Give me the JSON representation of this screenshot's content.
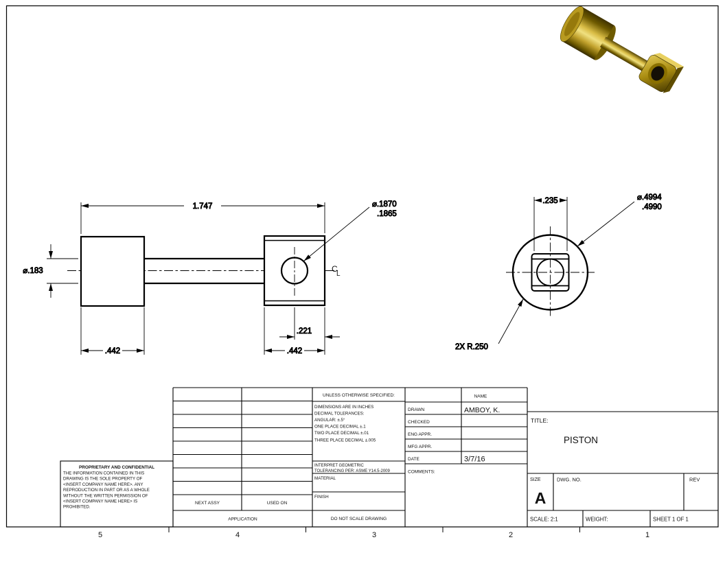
{
  "front_view": {
    "overall_length": "1.747",
    "hole_dia_upper": "⌀.1870",
    "hole_dia_lower": ".1865",
    "rod_dia": "⌀.183",
    "hole_to_face": ".221",
    "left_head_width": ".442",
    "right_head_width": ".442",
    "centerline_c": "C",
    "centerline_l": "L"
  },
  "end_view": {
    "flat_width": ".235",
    "outer_dia_upper": "⌀.4994",
    "outer_dia_lower": ".4990",
    "radius_note": "2X R.250"
  },
  "zones": [
    "5",
    "4",
    "3",
    "2",
    "1"
  ],
  "title_block": {
    "proprietary_heading": "PROPRIETARY AND CONFIDENTIAL",
    "proprietary_lines": [
      "THE INFORMATION CONTAINED IN THIS",
      "DRAWING IS THE SOLE PROPERTY OF",
      "<INSERT COMPANY NAME HERE>. ANY",
      "REPRODUCTION IN PART OR AS A WHOLE",
      "WITHOUT THE WRITTEN PERMISSION OF",
      "<INSERT COMPANY NAME HERE> IS",
      "PROHIBITED."
    ],
    "uos_heading": "UNLESS OTHERWISE SPECIFIED:",
    "spec_lines": [
      "DIMENSIONS ARE IN INCHES",
      "DECIMAL TOLERANCES:",
      "ANGULAR: ±.5°",
      "ONE PLACE DECIMAL  ±.1",
      "TWO PLACE DECIMAL  ±.01",
      "THREE PLACE DECIMAL  ±.005"
    ],
    "interpret_line1": "INTERPRET GEOMETRIC",
    "interpret_line2": "TOLERANCING PER: ASME Y14.5-2009",
    "material_label": "MATERIAL",
    "finish_label": "FINISH",
    "do_not_scale": "DO NOT SCALE DRAWING",
    "next_assy": "NEXT ASSY",
    "used_on": "USED ON",
    "application": "APPLICATION",
    "name_header": "NAME",
    "rows": {
      "drawn": "DRAWN",
      "checked": "CHECKED",
      "eng_appr": "ENG APPR.",
      "mfg_appr": "MFG APPR.",
      "date": "DATE",
      "comments": "COMMENTS:"
    },
    "drawn_name": "AMBOY, K.",
    "date_value": "3/7/16",
    "title_label": "TITLE:",
    "title_value": "PISTON",
    "size_label": "SIZE",
    "size_value": "A",
    "dwg_no_label": "DWG. NO.",
    "rev_label": "REV",
    "scale": "SCALE: 2:1",
    "weight": "WEIGHT:",
    "sheet": "SHEET 1 OF 1"
  }
}
